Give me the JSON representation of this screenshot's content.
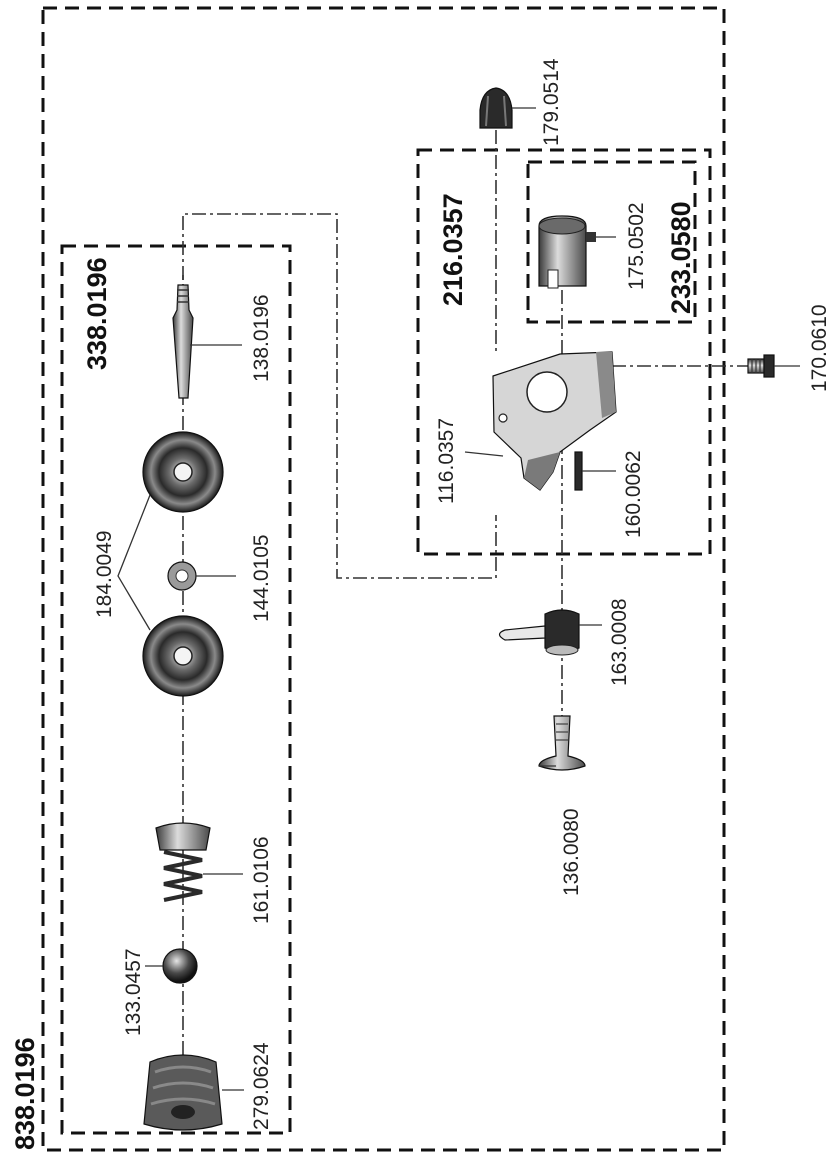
{
  "assemblies": {
    "main": "838.0196",
    "valve": "338.0196",
    "housing": "216.0357",
    "insert": "233.0580"
  },
  "parts": {
    "p279_0624": "279.0624",
    "p133_0457": "133.0457",
    "p161_0106": "161.0106",
    "p184_0049": "184.0049",
    "p144_0105": "144.0105",
    "p138_0196": "138.0196",
    "p136_0080": "136.0080",
    "p163_0008": "163.0008",
    "p160_0062": "160.0062",
    "p116_0357": "116.0357",
    "p175_0502": "175.0502",
    "p179_0514": "179.0514",
    "p170_0610": "170.0610"
  },
  "colors": {
    "line": "#111111",
    "part_dark": "#2a2a2a",
    "part_mid": "#8a8a8a",
    "part_light": "#d8d8d8"
  }
}
